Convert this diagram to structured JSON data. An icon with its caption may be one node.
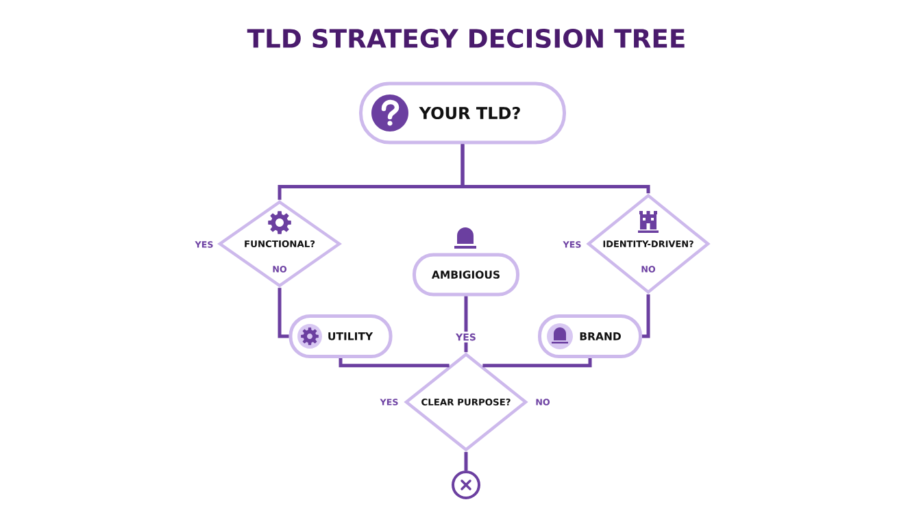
{
  "diagram": {
    "title": "TLD STRATEGY DECISION TREE",
    "nodes": [
      {
        "text": [
          "YOUR TLD?"
        ]
      },
      {
        "text": [
          "FUNCTIONAL?",
          "NO"
        ],
        "beside": [
          "YES"
        ]
      },
      {
        "text": [
          "AMBIGIOUS"
        ]
      },
      {
        "text": [
          "IDENTITY-DRIVEN?",
          "NO"
        ],
        "beside": [
          "YES"
        ]
      },
      {
        "text": [
          "UTILITY"
        ]
      },
      {
        "text": [
          "BRAND"
        ]
      },
      {
        "text": [
          "CLEAR PURPOSE?"
        ],
        "beside": [
          "YES",
          "NO"
        ]
      },
      {
        "text": [],
        "shape": "circle"
      }
    ],
    "edges": [
      {
        "from": 0,
        "to": 1,
        "arrow": "none"
      },
      {
        "from": 0,
        "to": 3,
        "arrow": "none"
      },
      {
        "from": 1,
        "to": 4,
        "arrow": "none"
      },
      {
        "from": 3,
        "to": 5,
        "arrow": "none"
      },
      {
        "from": 2,
        "to": 6,
        "arrow": "none",
        "label": "YES"
      },
      {
        "from": 4,
        "to": 6,
        "arrow": "none"
      },
      {
        "from": 5,
        "to": 6,
        "arrow": "none"
      },
      {
        "from": 6,
        "to": 7,
        "arrow": "none"
      }
    ]
  }
}
